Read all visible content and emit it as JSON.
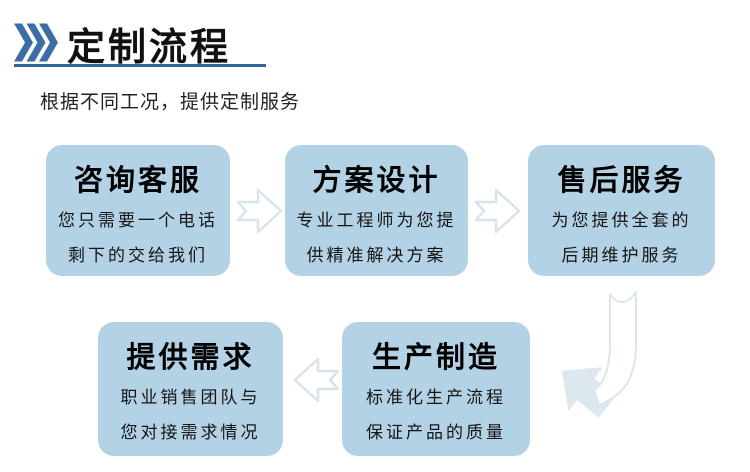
{
  "header": {
    "title": "定制流程",
    "subtitle": "根据不同工况，提供定制服务"
  },
  "steps": [
    {
      "title": "咨询客服",
      "lines": [
        "您只需要一个电话",
        "剩下的交给我们"
      ]
    },
    {
      "title": "方案设计",
      "lines": [
        "专业工程师为您提",
        "供精准解决方案"
      ]
    },
    {
      "title": "售后服务",
      "lines": [
        "为您提供全套的",
        "后期维护服务"
      ]
    },
    {
      "title": "提供需求",
      "lines": [
        "职业销售团队与",
        "您对接需求情况"
      ]
    },
    {
      "title": "生产制造",
      "lines": [
        "标准化生产流程",
        "保证产品的质量"
      ]
    }
  ],
  "icons": {
    "header_marker": "triple-chevron-icon",
    "flow_arrows": [
      "arrow-right-icon",
      "arrow-right-icon",
      "arrow-curve-down-left-icon",
      "arrow-left-icon"
    ]
  },
  "colors": {
    "accent_blue": "#3a6ea5",
    "underline_blue": "#31639c",
    "box_fill": "#b4d2e5",
    "arrow_outline": "#d8e4eb",
    "arrow_solid_fill": "#dde8ee",
    "text": "#111111"
  }
}
